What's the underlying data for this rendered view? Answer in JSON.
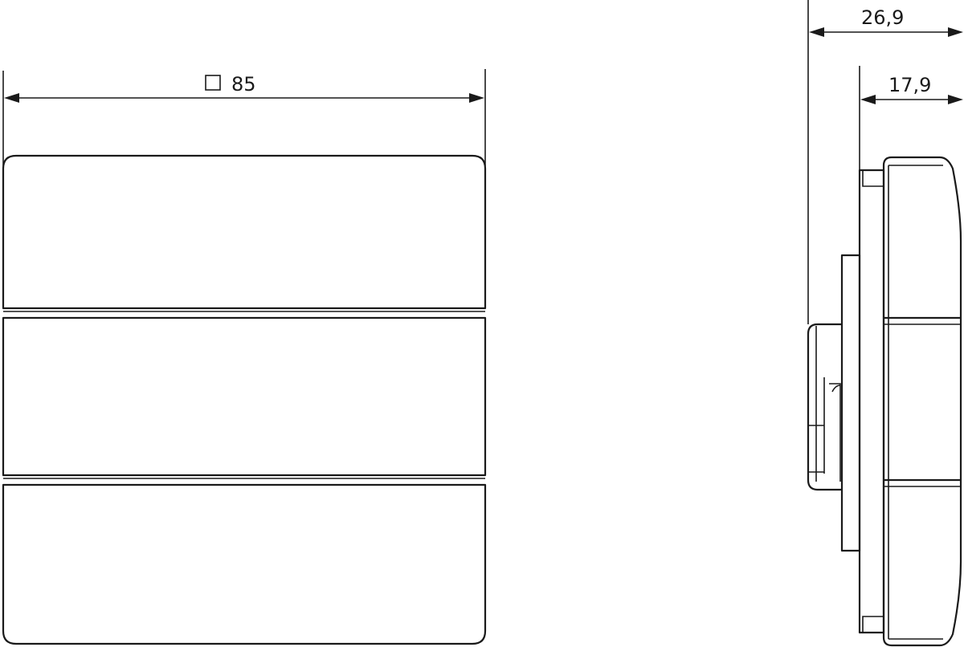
{
  "front_view": {
    "width_dimension": {
      "symbol": "square-symbol",
      "value": "85"
    },
    "rocker_count": 3
  },
  "side_view": {
    "total_depth_dimension": "26,9",
    "front_depth_dimension": "17,9"
  },
  "colors": {
    "line": "#1a1a1a",
    "background": "#ffffff"
  }
}
